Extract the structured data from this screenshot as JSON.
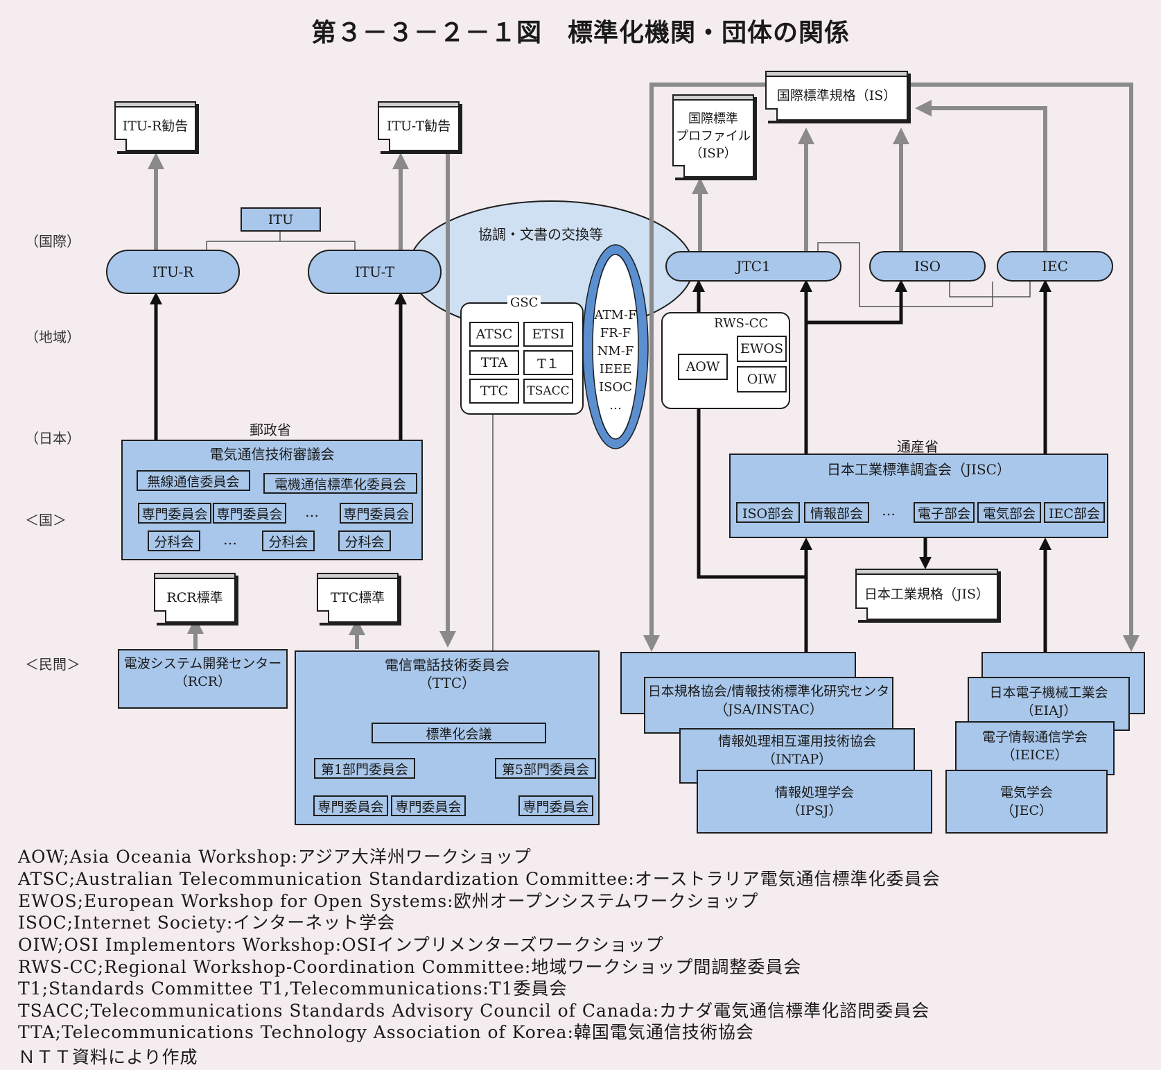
{
  "title": "第３－３－２－１図　標準化機関・団体の関係",
  "levels": {
    "international": "（国際）",
    "regional": "（地域）",
    "japan": "（日本）",
    "national": "＜国＞",
    "private": "＜民間＞"
  },
  "docs": {
    "itu_r": "ITU-R勧告",
    "itu_t": "ITU-T勧告",
    "isp": "国際標準\nプロファイル\n（ISP）",
    "is": "国際標準規格（IS）",
    "rcr_std": "RCR標準",
    "ttc_std": "TTC標準",
    "jis": "日本工業規格（JIS）"
  },
  "orgs": {
    "itu": "ITU",
    "itu_r": "ITU-R",
    "itu_t": "ITU-T",
    "jtc1": "JTC1",
    "iso": "ISO",
    "iec": "IEC"
  },
  "coordination": "協調・文書の交換等",
  "gsc": {
    "label": "GSC",
    "members": [
      "ATSC",
      "ETSI",
      "TTA",
      "T１",
      "TTC",
      "TSACC"
    ]
  },
  "forum": [
    "ATM-F",
    "FR-F",
    "NM-F",
    "IEEE",
    "ISOC",
    "…"
  ],
  "rws": {
    "label": "RWS-CC",
    "aow": "AOW",
    "ewos": "EWOS",
    "oiw": "OIW"
  },
  "mpt": {
    "ministry": "郵政省",
    "council": "電気通信技術審議会",
    "committee_a": "無線通信委員会",
    "committee_b": "電機通信標準化委員会",
    "senmon": "専門委員会",
    "bunka": "分科会",
    "ellipsis": "…"
  },
  "miti": {
    "ministry": "通産省",
    "council": "日本工業標準調査会（JISC）",
    "divisions": [
      "ISO部会",
      "情報部会",
      "…",
      "電子部会",
      "電気部会",
      "IEC部会"
    ]
  },
  "rcr": "電波システム開発センター\n（RCR）",
  "ttc": {
    "name": "電信電話技術委員会\n（TTC）",
    "conference": "標準化会議",
    "dept1": "第1部門委員会",
    "dept5": "第5部門委員会",
    "senmon": "専門委員会"
  },
  "it_orgs": [
    "日本規格協会/情報技術標準化研究センタ\n（JSA/INSTAC）",
    "情報処理相互運用技術協会\n（INTAP）",
    "情報処理学会\n（IPSJ）"
  ],
  "elec_orgs": [
    "日本電子機械工業会\n（EIAJ）",
    "電子情報通信学会\n（IEICE）",
    "電気学会\n（JEC）"
  ],
  "glossary": [
    "AOW;Asia Oceania Workshop:アジア大洋州ワークショップ",
    "ATSC;Australian Telecommunication Standardization Committee:オーストラリア電気通信標準化委員会",
    "EWOS;European Workshop for Open Systems:欧州オープンシステムワークショップ",
    "ISOC;Internet Society:インターネット学会",
    "OIW;OSI Implementors Workshop:OSIインプリメンターズワークショップ",
    "RWS-CC;Regional Workshop-Coordination Committee:地域ワークショップ間調整委員会",
    "T1;Standards Committee T1,Telecommunications:T1委員会",
    "TSACC;Telecommunications Standards Advisory Council of Canada:カナダ電気通信標準化諮問委員会",
    "TTA;Telecommunications Technology Association of Korea:韓国電気通信技術協会"
  ],
  "source": "ＮＴＴ資料により作成",
  "colors": {
    "box_fill": "#a9c7ea",
    "ellipse_fill": "#cfe0f2",
    "ring": "#5b8fd0",
    "gray_arrow": "#8a8a8a",
    "black_arrow": "#111111",
    "background": "#f4ecee"
  }
}
